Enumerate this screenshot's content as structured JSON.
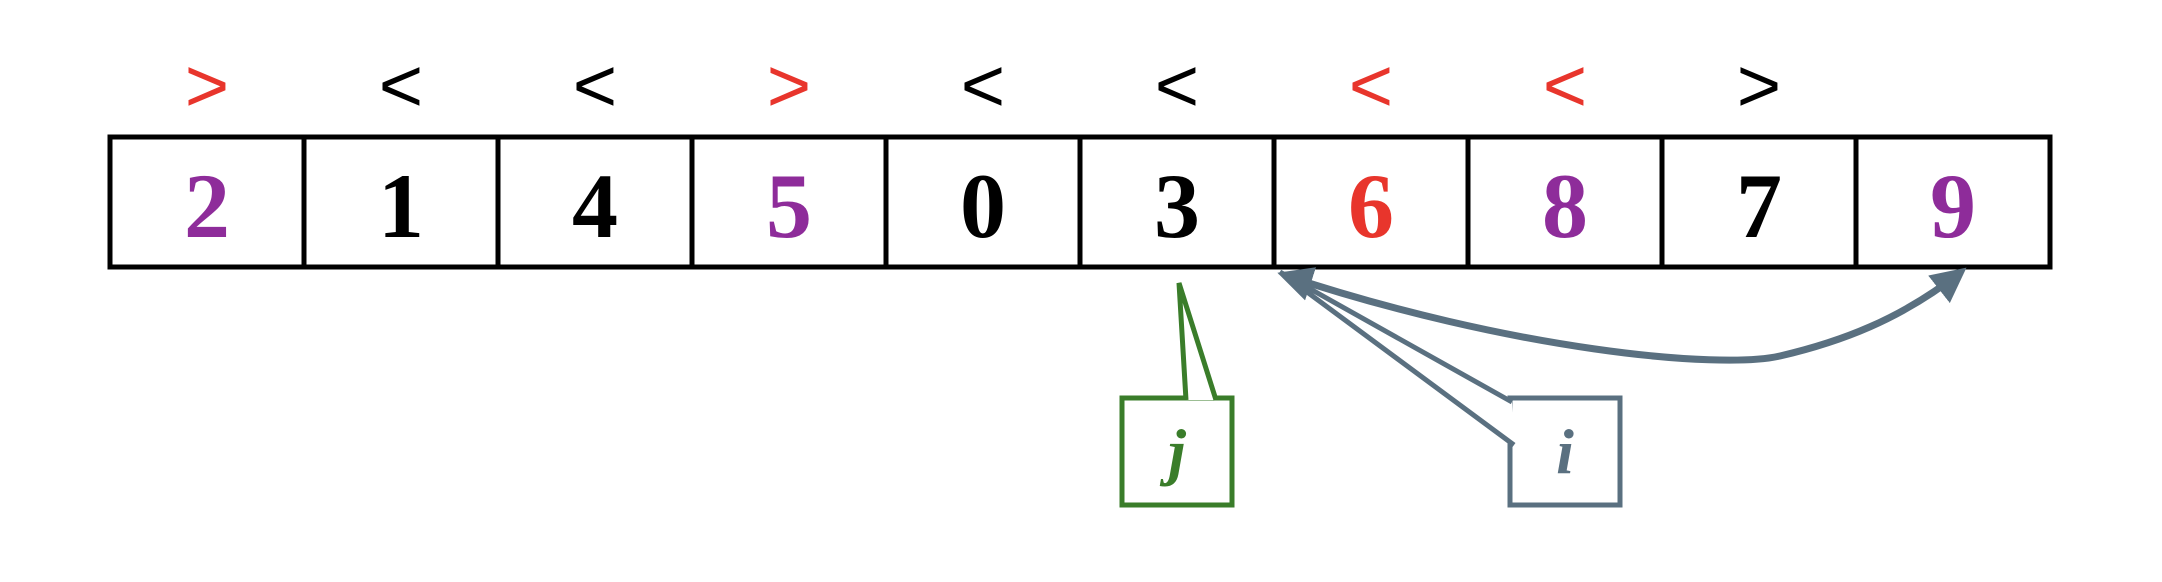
{
  "signs": [
    {
      "symbol": ">",
      "color": "#e8352c"
    },
    {
      "symbol": "<",
      "color": "#000000"
    },
    {
      "symbol": "<",
      "color": "#000000"
    },
    {
      "symbol": ">",
      "color": "#e8352c"
    },
    {
      "symbol": "<",
      "color": "#000000"
    },
    {
      "symbol": "<",
      "color": "#000000"
    },
    {
      "symbol": "<",
      "color": "#e8352c"
    },
    {
      "symbol": "<",
      "color": "#e8352c"
    },
    {
      "symbol": ">",
      "color": "#000000"
    }
  ],
  "cells": [
    {
      "value": "2",
      "color": "#8e2c9a"
    },
    {
      "value": "1",
      "color": "#000000"
    },
    {
      "value": "4",
      "color": "#000000"
    },
    {
      "value": "5",
      "color": "#8e2c9a"
    },
    {
      "value": "0",
      "color": "#000000"
    },
    {
      "value": "3",
      "color": "#000000"
    },
    {
      "value": "6",
      "color": "#e8352c"
    },
    {
      "value": "8",
      "color": "#8e2c9a"
    },
    {
      "value": "7",
      "color": "#000000"
    },
    {
      "value": "9",
      "color": "#8e2c9a"
    }
  ],
  "pointers": {
    "j": {
      "label": "j",
      "target_index": 5,
      "color": "#3a7d2a"
    },
    "i": {
      "label": "i",
      "target_index": 6,
      "color": "#5a7080"
    }
  },
  "swap_arrow": {
    "from_index": 6,
    "to_index": 9,
    "color": "#5a7080"
  }
}
